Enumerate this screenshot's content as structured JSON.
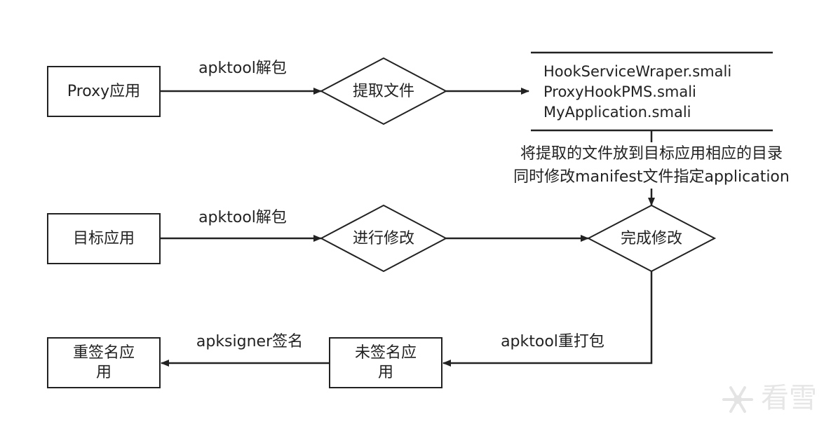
{
  "colors": {
    "stroke": "#222222",
    "text": "#222222",
    "watermark": "#e6e6e6"
  },
  "nodes": {
    "proxy_app": "Proxy应用",
    "extract_files": "提取文件",
    "target_app": "目标应用",
    "do_modify": "进行修改",
    "done_modify": "完成修改",
    "unsigned_app": [
      "未签名应",
      "用"
    ],
    "resigned_app": [
      "重签名应",
      "用"
    ]
  },
  "files": [
    "HookServiceWraper.smali",
    "ProxyHookPMS.smali",
    "MyApplication.smali"
  ],
  "edges": {
    "unpack1": "apktool解包",
    "unpack2": "apktool解包",
    "note": [
      "将提取的文件放到目标应用相应的目录",
      "同时修改manifest文件指定application"
    ],
    "repack": "apktool重打包",
    "sign": "apksigner签名"
  },
  "watermark": {
    "icon": "snowflake-icon",
    "text": "看雪"
  }
}
